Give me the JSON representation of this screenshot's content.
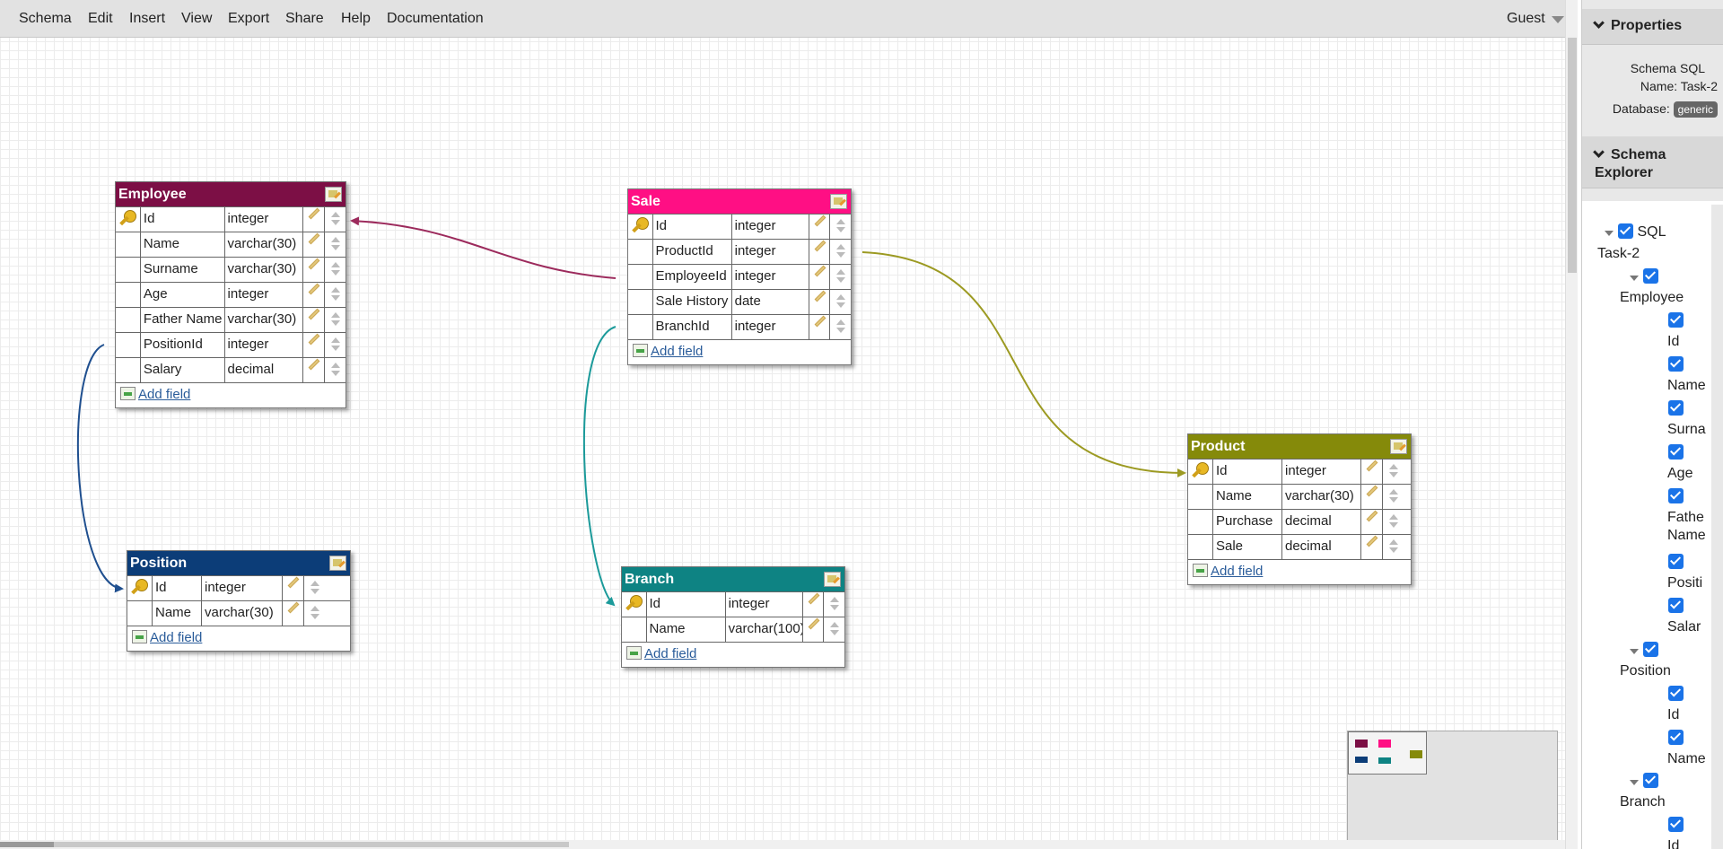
{
  "menu": [
    "Schema",
    "Edit",
    "Insert",
    "View",
    "Export",
    "Share",
    "Help",
    "Documentation"
  ],
  "user": "Guest",
  "properties": {
    "title": "Properties",
    "schema_label": "Schema SQL",
    "name_label": "Name: Task-2",
    "database_label": "Database:",
    "database_value": "generic"
  },
  "explorer": {
    "title_line1": "Schema",
    "title_line2": "Explorer",
    "root": "SQL",
    "schema": "Task-2",
    "employee": "Employee",
    "employee_fields": [
      "Id",
      "Name",
      "Surna",
      "Age",
      "Fathe",
      "Name",
      "Positi",
      "Salar"
    ],
    "position": "Position",
    "position_fields": [
      "Id",
      "Name"
    ],
    "branch": "Branch",
    "branch_fields": [
      "Id"
    ]
  },
  "tables": {
    "employee": {
      "name": "Employee",
      "color": "#7c0f45",
      "fields": [
        {
          "name": "Id",
          "type": "integer"
        },
        {
          "name": "Name",
          "type": "varchar(30)"
        },
        {
          "name": "Surname",
          "type": "varchar(30)"
        },
        {
          "name": "Age",
          "type": "integer"
        },
        {
          "name": "Father Name",
          "type": "varchar(30)"
        },
        {
          "name": "PositionId",
          "type": "integer"
        },
        {
          "name": "Salary",
          "type": "decimal"
        }
      ]
    },
    "sale": {
      "name": "Sale",
      "color": "#ff0f84",
      "fields": [
        {
          "name": "Id",
          "type": "integer"
        },
        {
          "name": "ProductId",
          "type": "integer"
        },
        {
          "name": "EmployeeId",
          "type": "integer"
        },
        {
          "name": "Sale History",
          "type": "date"
        },
        {
          "name": "BranchId",
          "type": "integer"
        }
      ]
    },
    "product": {
      "name": "Product",
      "color": "#858a0a",
      "fields": [
        {
          "name": "Id",
          "type": "integer"
        },
        {
          "name": "Name",
          "type": "varchar(30)"
        },
        {
          "name": "Purchase",
          "type": "decimal"
        },
        {
          "name": "Sale",
          "type": "decimal"
        }
      ]
    },
    "position": {
      "name": "Position",
      "color": "#0c3d78",
      "fields": [
        {
          "name": "Id",
          "type": "integer"
        },
        {
          "name": "Name",
          "type": "varchar(30)"
        }
      ]
    },
    "branch": {
      "name": "Branch",
      "color": "#0e8383",
      "fields": [
        {
          "name": "Id",
          "type": "integer"
        },
        {
          "name": "Name",
          "type": "varchar(100)"
        }
      ]
    }
  },
  "add_field_label": "Add field",
  "relation_colors": {
    "sale_employee": "#9c2a5c",
    "sale_product": "#9c9a22",
    "sale_branch": "#1b9a9a",
    "employee_position": "#1f4f8f"
  }
}
